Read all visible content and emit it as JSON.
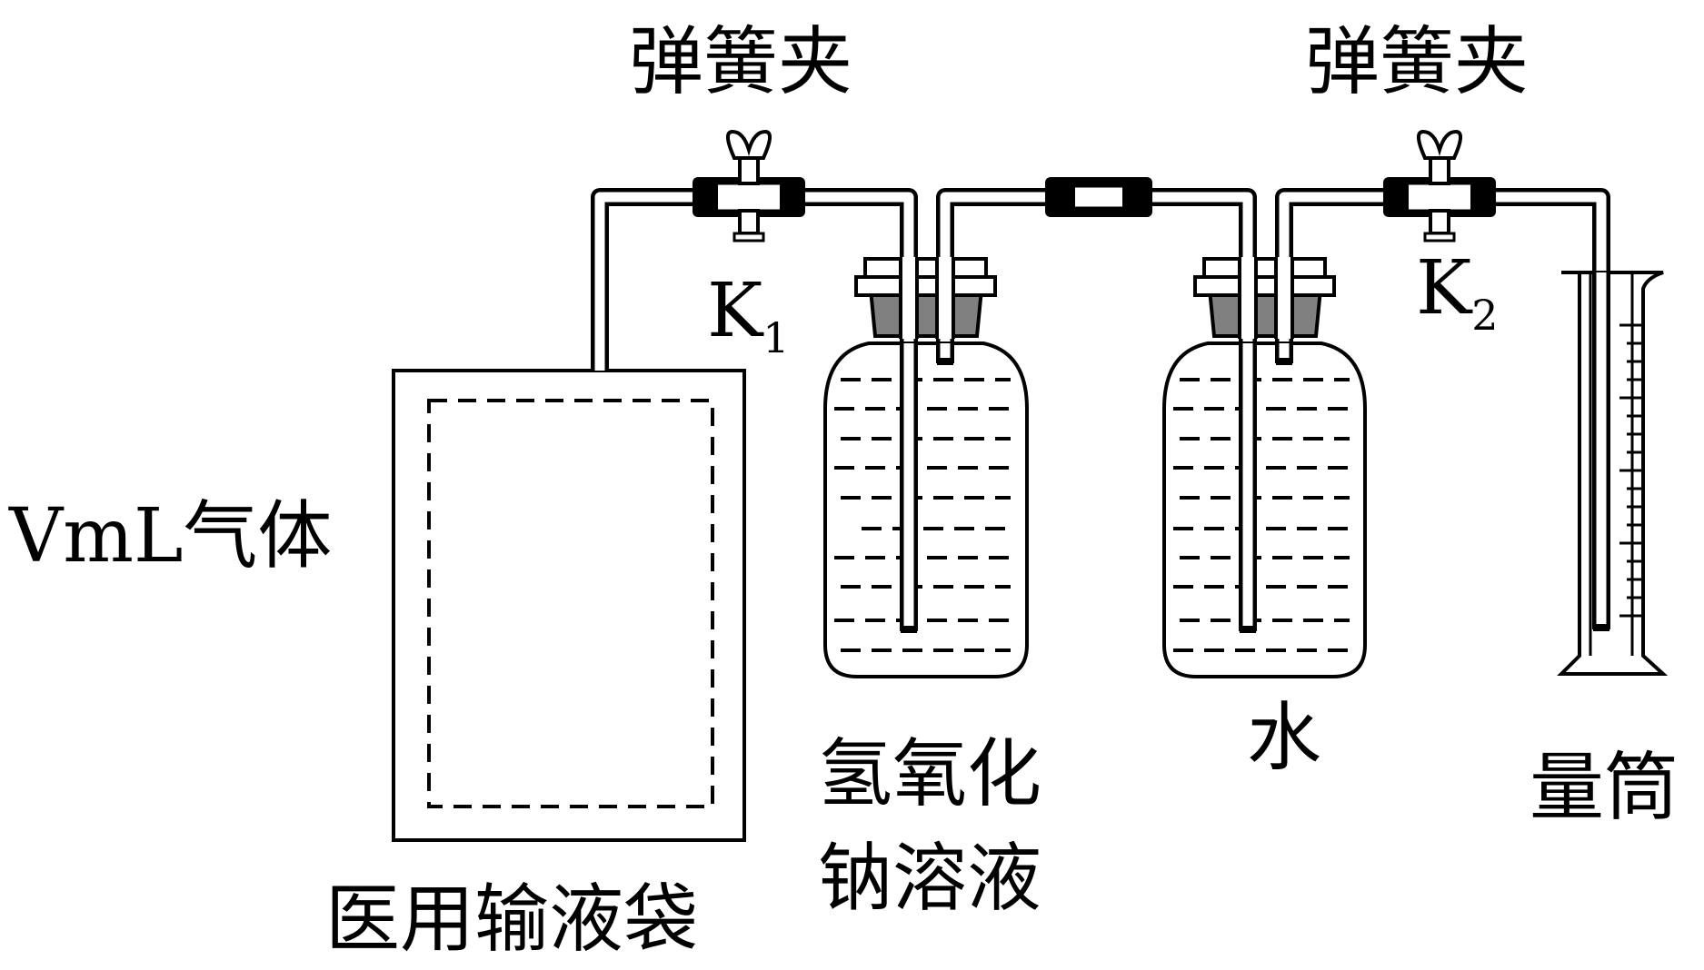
{
  "labels": {
    "clamp_left": "弹簧夹",
    "clamp_right": "弹簧夹",
    "k1_main": "K",
    "k1_sub": "1",
    "k2_main": "K",
    "k2_sub": "2",
    "gas": "VmL气体",
    "bag": "医用输液袋",
    "naoh_line1": "氢氧化",
    "naoh_line2": "钠溶液",
    "water": "水",
    "cylinder": "量筒"
  },
  "colors": {
    "line": "#000000",
    "stopper": "#808080",
    "background": "#ffffff"
  }
}
